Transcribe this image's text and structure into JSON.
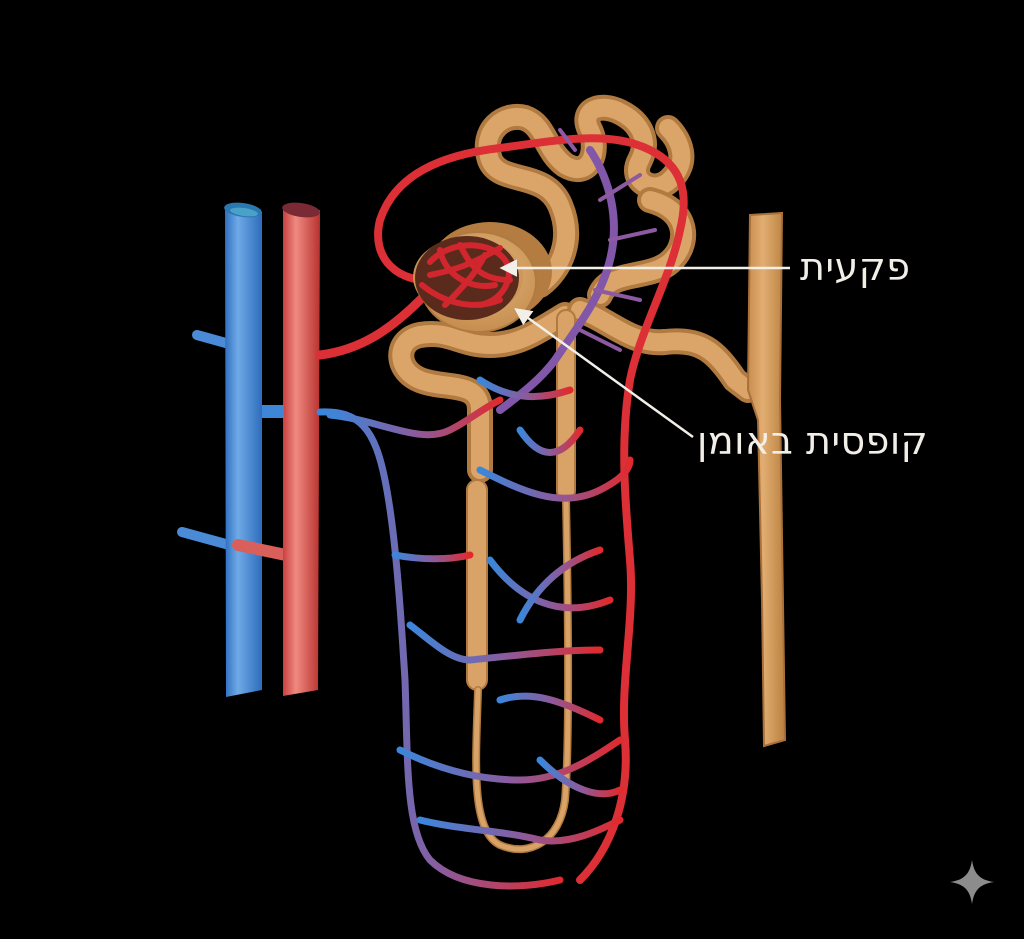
{
  "diagram": {
    "subject": "nephron",
    "language": "he",
    "labels": [
      {
        "id": "glomerulus",
        "text": "פקעית",
        "points_to": "glomerulus capillary tuft"
      },
      {
        "id": "bowman_capsule",
        "text": "קופסית באומן",
        "points_to": "Bowman's capsule"
      }
    ],
    "colors": {
      "background": "#000000",
      "artery": "#d8323a",
      "vein": "#3d86d8",
      "tubule": "#d9a266",
      "tubule_edge": "#b07a40",
      "capillary_mix": "#8a5aa0",
      "label_text": "#f2efe8",
      "arrow": "#f2efe8",
      "watermark": "#8c8c8c"
    },
    "watermark_icon": "sparkle-icon"
  }
}
